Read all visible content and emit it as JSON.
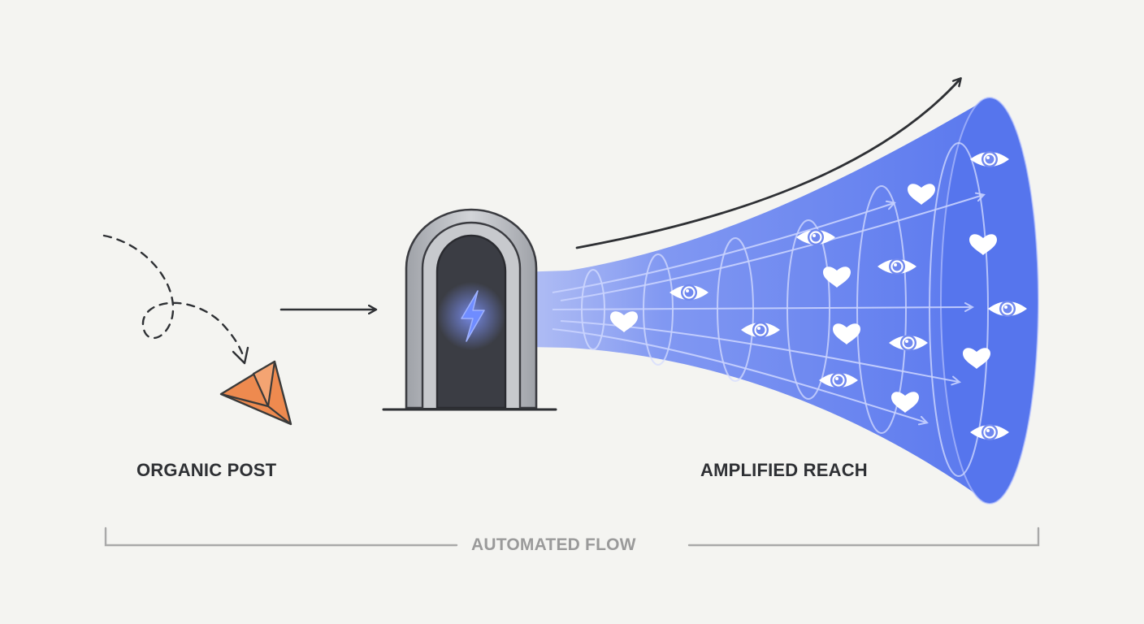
{
  "labels": {
    "organic": "ORGANIC POST",
    "reach": "AMPLIFIED REACH",
    "flow": "AUTOMATED FLOW"
  },
  "icons": {
    "post": "paper-plane-icon",
    "gate": "lightning-bolt-icon",
    "views": "eye-icon",
    "likes": "heart-icon"
  },
  "colors": {
    "background": "#f4f4f1",
    "plane": "#ee8a4f",
    "gate_frame": "#b5b7bc",
    "gate_inner": "#3b3d44",
    "beam": "#5f7df0",
    "bolt": "#6f8cff",
    "text": "#2e3034",
    "bracket": "#a9a9a9"
  }
}
